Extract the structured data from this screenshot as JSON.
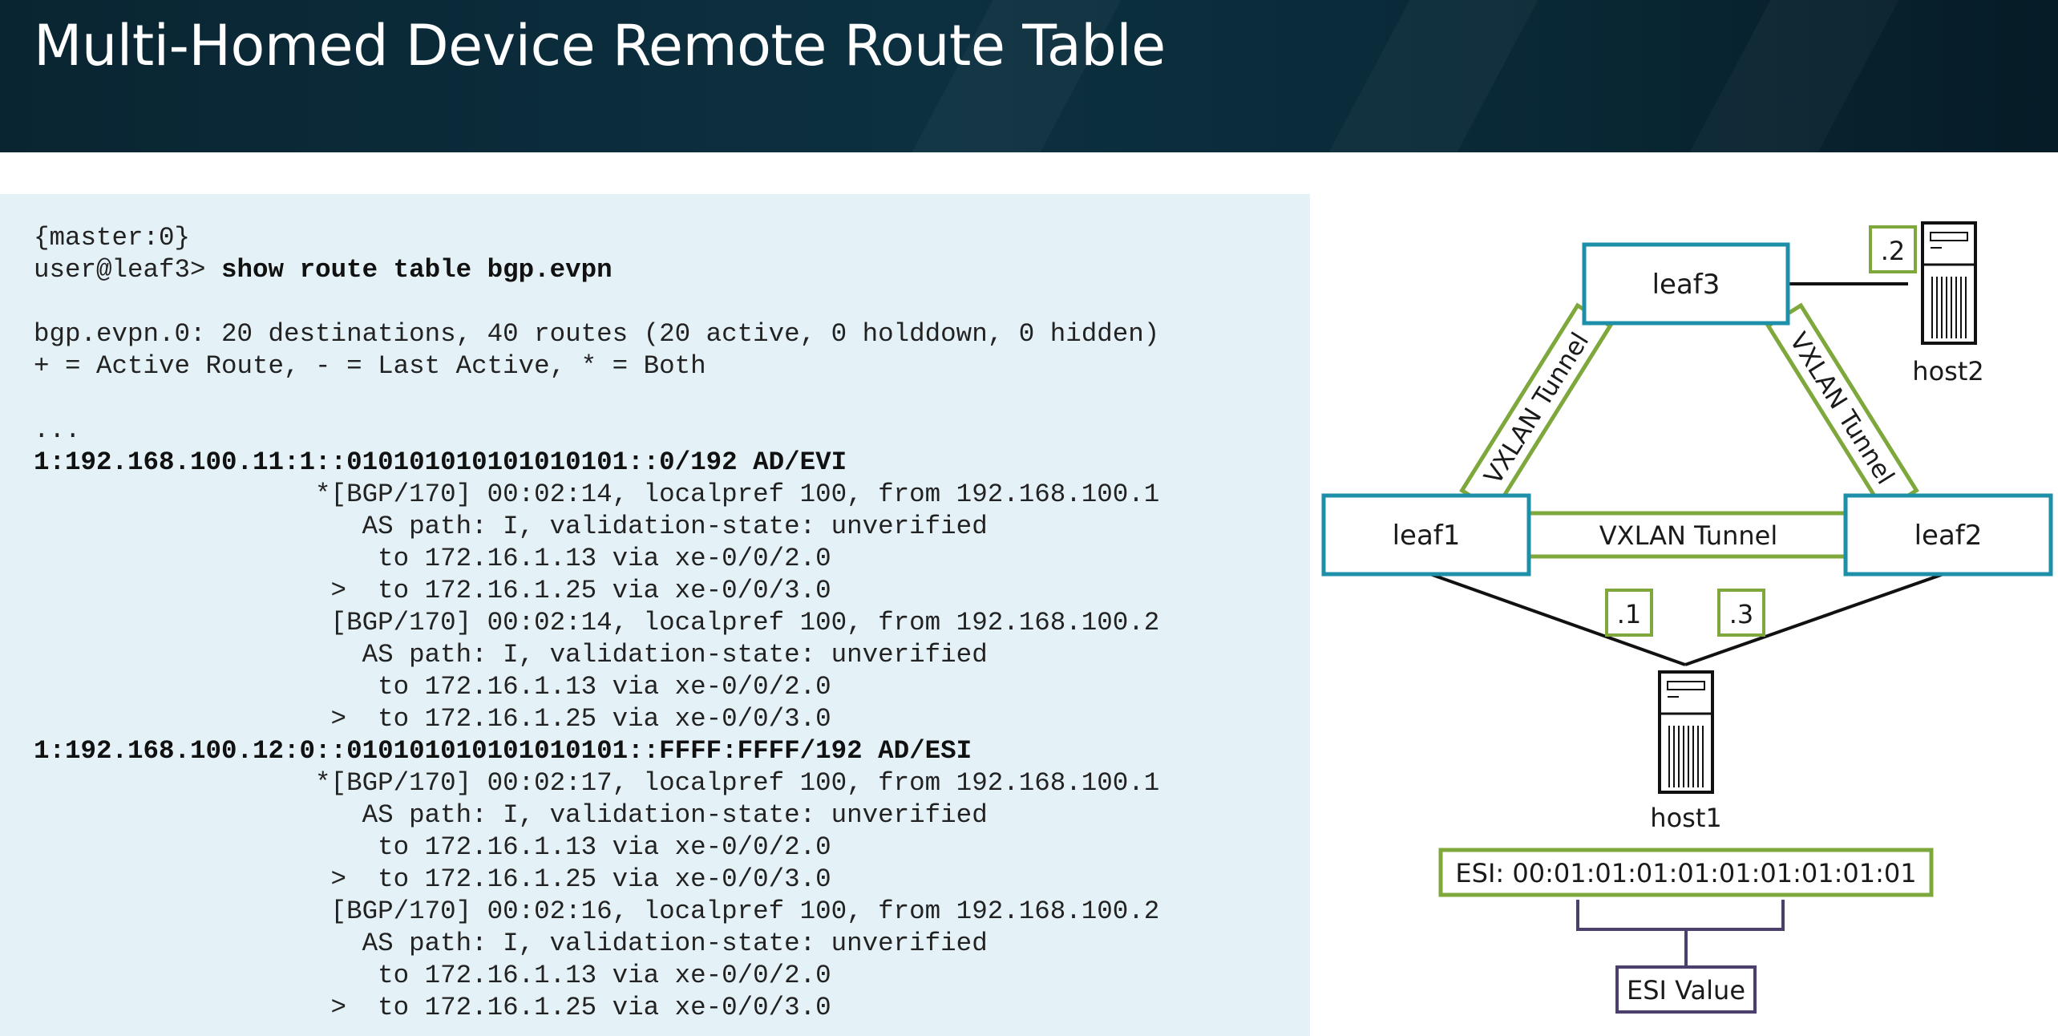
{
  "header": {
    "title": "Multi-Homed Device Remote Route Table"
  },
  "cli": {
    "line1": "{master:0}",
    "prompt": "user@leaf3> ",
    "command": "show route table bgp.evpn",
    "line3": "bgp.evpn.0: 20 destinations, 40 routes (20 active, 0 holddown, 0 hidden)",
    "line4": "+ = Active Route, - = Last Active, * = Both",
    "line5": "...",
    "route1": "1:192.168.100.11:1::010101010101010101::0/192 AD/EVI",
    "r1a": "                  *[BGP/170] 00:02:14, localpref 100, from 192.168.100.1",
    "r1b": "                     AS path: I, validation-state: unverified",
    "r1c": "                      to 172.16.1.13 via xe-0/0/2.0",
    "r1d": "                   >  to 172.16.1.25 via xe-0/0/3.0",
    "r1e": "                   [BGP/170] 00:02:14, localpref 100, from 192.168.100.2",
    "r1f": "                     AS path: I, validation-state: unverified",
    "r1g": "                      to 172.16.1.13 via xe-0/0/2.0",
    "r1h": "                   >  to 172.16.1.25 via xe-0/0/3.0",
    "route2": "1:192.168.100.12:0::010101010101010101::FFFF:FFFF/192 AD/ESI",
    "r2a": "                  *[BGP/170] 00:02:17, localpref 100, from 192.168.100.1",
    "r2b": "                     AS path: I, validation-state: unverified",
    "r2c": "                      to 172.16.1.13 via xe-0/0/2.0",
    "r2d": "                   >  to 172.16.1.25 via xe-0/0/3.0",
    "r2e": "                   [BGP/170] 00:02:16, localpref 100, from 192.168.100.2",
    "r2f": "                     AS path: I, validation-state: unverified",
    "r2g": "                      to 172.16.1.13 via xe-0/0/2.0",
    "r2h": "                   >  to 172.16.1.25 via xe-0/0/3.0"
  },
  "diagram": {
    "leaf3": "leaf3",
    "leaf1": "leaf1",
    "leaf2": "leaf2",
    "host2": "host2",
    "host1": "host1",
    "host2_addr": ".2",
    "leaf1_host1_addr": ".1",
    "leaf2_host1_addr": ".3",
    "tunnel_left": "VXLAN Tunnel",
    "tunnel_right": "VXLAN Tunnel",
    "tunnel_bottom": "VXLAN Tunnel",
    "esi": "ESI: 00:01:01:01:01:01:01:01:01:01",
    "esi_value": "ESI Value"
  },
  "colors": {
    "switch_border": "#1e8fa8",
    "tunnel_border": "#7ea83c",
    "esi_value_border": "#4b3f6e",
    "cli_background": "#e4f1f6"
  }
}
